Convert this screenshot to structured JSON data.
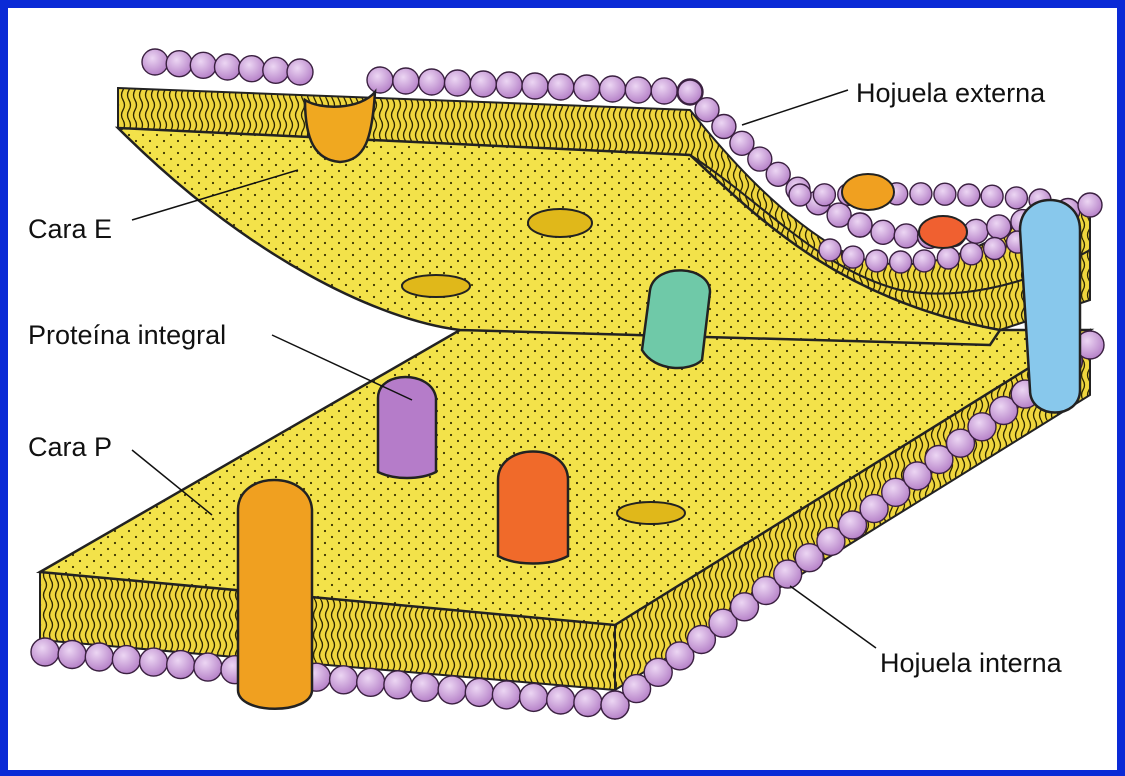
{
  "labels": {
    "outer_leaflet": "Hojuela externa",
    "e_face": "Cara E",
    "integral_protein": "Proteína integral",
    "p_face": "Cara P",
    "inner_leaflet": "Hojuela interna"
  },
  "colors": {
    "border": "#0a2ad6",
    "membrane_face": "#f3e24a",
    "membrane_side": "#e8d23a",
    "phospholipid_head": "#c79ad6",
    "protein_orange": "#f0a020",
    "protein_red": "#f06a2a",
    "protein_purple": "#b57cc9",
    "protein_teal": "#6fc9a8",
    "protein_blue": "#88c8ec"
  }
}
